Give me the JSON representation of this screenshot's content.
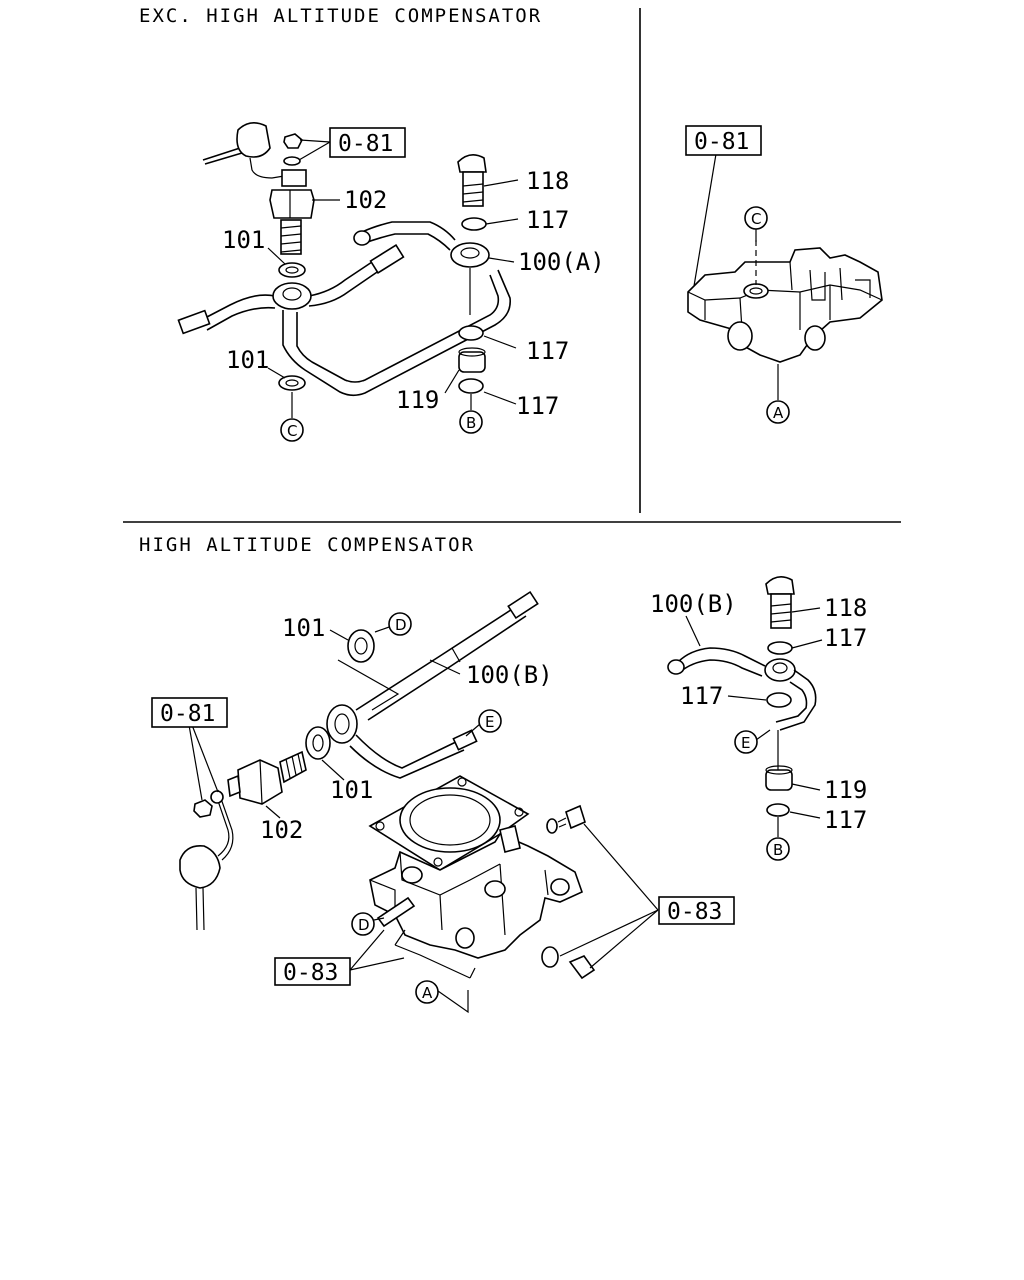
{
  "sections": {
    "top_title": "EXC. HIGH ALTITUDE COMPENSATOR",
    "bottom_title": "HIGH ALTITUDE COMPENSATOR"
  },
  "refs": {
    "r081": "0-81",
    "r083": "0-83"
  },
  "parts": {
    "p100a": "100(A)",
    "p100b": "100(B)",
    "p101": "101",
    "p102": "102",
    "p117": "117",
    "p118": "118",
    "p119": "119"
  },
  "markers": {
    "a": "A",
    "b": "B",
    "c": "C",
    "d": "D",
    "e": "E"
  }
}
